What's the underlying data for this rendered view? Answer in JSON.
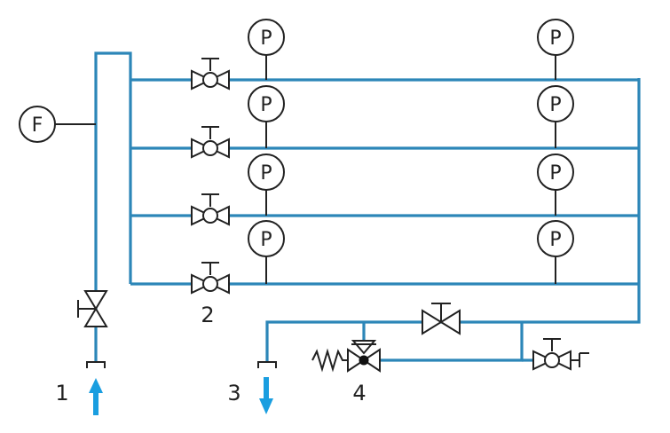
{
  "gauges": {
    "flow_label": "F",
    "pressure_label": "P"
  },
  "callouts": {
    "inlet": "1",
    "line_valve": "2",
    "outlet": "3",
    "relief_valve": "4"
  },
  "colors": {
    "pipe": "#2c86b8",
    "arrow": "#1a9ee0",
    "symbol": "#222222"
  }
}
